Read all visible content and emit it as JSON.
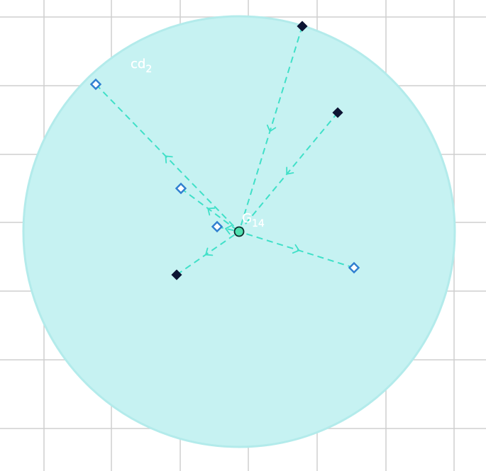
{
  "diagram": {
    "cluster": {
      "label_main": "cd",
      "label_sub": "2",
      "fill": "#c6f2f2",
      "stroke": "#b3ebeb"
    },
    "center": {
      "label_main": "G",
      "label_sub": "14",
      "fill": "#4fe0b0",
      "stroke": "#0b2a2a"
    },
    "colors": {
      "edge": "#40e0c8",
      "solid_node": "#0d1433",
      "hollow_node_stroke": "#2f7fd0",
      "hollow_node_fill": "#ffffff",
      "grid": "#cfcfcf"
    },
    "nodes": [
      {
        "id": "n1",
        "kind": "solid",
        "direction": "in"
      },
      {
        "id": "n2",
        "kind": "solid",
        "direction": "in"
      },
      {
        "id": "n3",
        "kind": "hollow",
        "direction": "out"
      },
      {
        "id": "n4",
        "kind": "hollow",
        "direction": "out"
      },
      {
        "id": "n5",
        "kind": "hollow",
        "direction": "out"
      },
      {
        "id": "n6",
        "kind": "hollow",
        "direction": "out"
      },
      {
        "id": "n7",
        "kind": "solid",
        "direction": "out"
      }
    ]
  }
}
